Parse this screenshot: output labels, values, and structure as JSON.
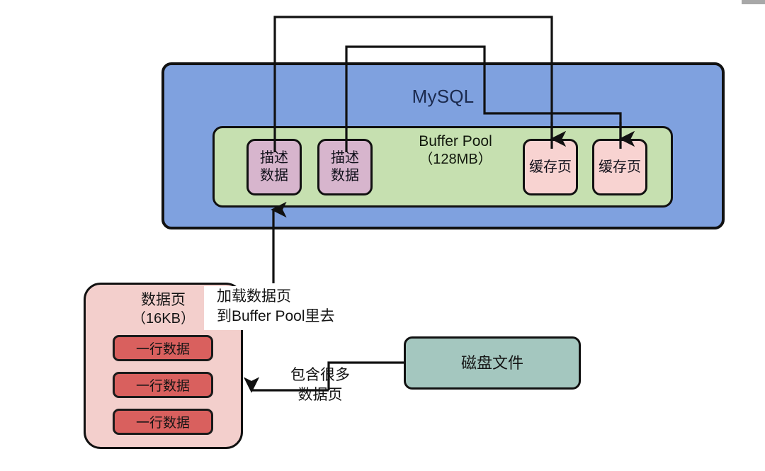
{
  "diagram": {
    "title": "MySQL Buffer Pool and data page loading diagram",
    "colors": {
      "mysql_fill": "#7fa1df",
      "buffer_pool_fill": "#c6e0b0",
      "describe_block_fill": "#d7b5cd",
      "cache_page_fill": "#f8d3d1",
      "data_page_fill": "#f3cfcc",
      "row_block_fill": "#d9605e",
      "disk_file_fill": "#a4c7bf",
      "stroke": "#111111"
    }
  },
  "mysql": {
    "label": "MySQL"
  },
  "buffer_pool": {
    "label": "Buffer Pool",
    "size": "（128MB）"
  },
  "describe_blocks": [
    {
      "line1": "描述",
      "line2": "数据"
    },
    {
      "line1": "描述",
      "line2": "数据"
    }
  ],
  "cache_pages": [
    {
      "label": "缓存页"
    },
    {
      "label": "缓存页"
    }
  ],
  "data_page": {
    "label": "数据页",
    "size": "（16KB）",
    "rows": [
      {
        "label": "一行数据"
      },
      {
        "label": "一行数据"
      },
      {
        "label": "一行数据"
      }
    ]
  },
  "disk_file": {
    "label": "磁盘文件"
  },
  "annotations": {
    "load": {
      "line1": "加载数据页",
      "line2": "到Buffer Pool里去"
    },
    "contains": {
      "line1": "包含很多",
      "line2": "数据页"
    }
  }
}
